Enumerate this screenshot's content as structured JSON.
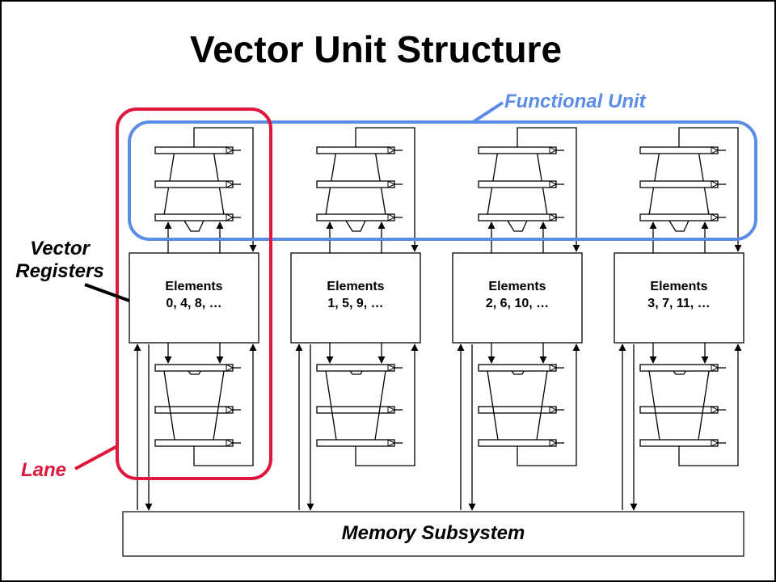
{
  "title": "Vector Unit Structure",
  "labels": {
    "functional_unit": "Functional Unit",
    "vector_registers": "Vector\nRegisters",
    "lane": "Lane",
    "memory_subsystem": "Memory Subsystem"
  },
  "lanes": [
    {
      "register_line1": "Elements",
      "register_line2": "0, 4, 8, …"
    },
    {
      "register_line1": "Elements",
      "register_line2": "1, 5, 9, …"
    },
    {
      "register_line1": "Elements",
      "register_line2": "2, 6, 10, …"
    },
    {
      "register_line1": "Elements",
      "register_line2": "3, 7, 11, …"
    }
  ],
  "colors": {
    "functional_unit_outline": "#5b8ce6",
    "lane_outline": "#e0173c",
    "line": "#000000"
  }
}
